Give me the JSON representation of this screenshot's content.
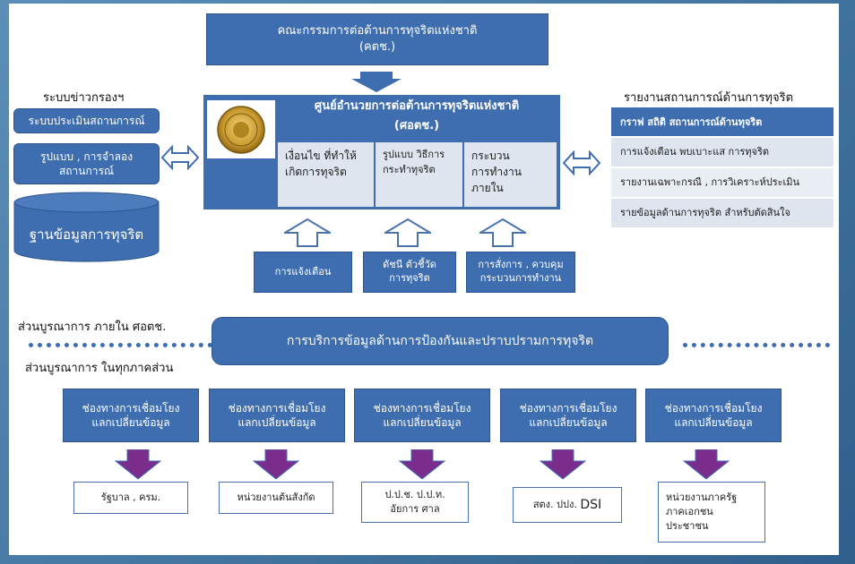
{
  "top_box": {
    "line1": "คณะกรรมการต่อต้านการทุจริตแห่งชาติ",
    "line2": "(คตช.)"
  },
  "left": {
    "heading": "ระบบข่าวกรองฯ",
    "item1": "ระบบประเมินสถานการณ์",
    "item2_line1": "รูปแบบ , การจำลอง",
    "item2_line2": "สถานการณ์",
    "database": "ฐานข้อมูลการทุจริต"
  },
  "center": {
    "title_line1": "ศูนย์อำนวยการต่อต้านการทุจริตแห่งชาติ",
    "title_line2": "(ศอตช.)",
    "col1_line1": "เงื่อนไข ที่ทำให้",
    "col1_line2": "เกิดการทุจริต",
    "col2_line1": "รูปแบบ วิธีการ",
    "col2_line2": "กระทำทุจริต",
    "col3_line1": "กระบวน",
    "col3_line2": "การทำงาน",
    "col3_line3": "ภายใน"
  },
  "inputs": {
    "in1": "การแจ้งเตือน",
    "in2_line1": "ดัชนี ตัวชี้วัด",
    "in2_line2": "การทุจริต",
    "in3_line1": "การสั่งการ , ควบคุม",
    "in3_line2": "กระบวนการทำงาน"
  },
  "right": {
    "heading": "รายงานสถานการณ์ด้านการทุจริต",
    "header_item": "กราฟ สถิติ  สถานการณ์ด้านทุจริต",
    "items": [
      "การแจ้งเตือน  พบเบาะแส การทุจริต",
      "รายงานเฉพาะกรณี , การวิเคราะห์ประเมิน",
      "รายข้อมูลด้านการทุจริต สำหรับตัดสินใจ"
    ]
  },
  "integration": {
    "internal": "ส่วนบูรณาการ ภายใน  ศอตช.",
    "external": "ส่วนบูรณาการ ในทุกภาคส่วน",
    "service": "การบริการข้อมูลด้านการป้องกันและปราบปรามการทุจริต"
  },
  "channels": {
    "line1": "ช่องทางการเชื่อมโยง",
    "line2": "แลกเปลี่ยนข้อมูล"
  },
  "agencies": {
    "a1": "รัฐบาล , ครม.",
    "a2": "หน่วยงานต้นสังกัด",
    "a3_line1": "ป.ป.ช. ป.ป.ท.",
    "a3_line2": "อัยการ  ศาล",
    "a4_prefix": "สตง. ปปง. ",
    "a4_suffix": "DSI",
    "a5_line1": "หน่วยงานภาครัฐ",
    "a5_line2": "ภาคเอกชน",
    "a5_line3": "ประชาชน"
  },
  "colors": {
    "primary_blue": "#3f6eb0",
    "light_panel": "#dfe5ef",
    "purple_arrow": "#7b2d8e",
    "outline_arrow": "#4a72ad"
  }
}
